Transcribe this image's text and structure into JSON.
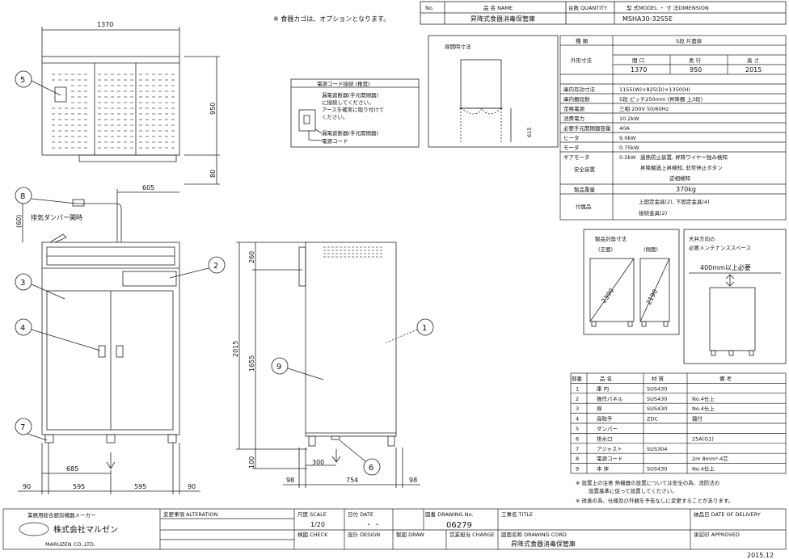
{
  "header": {
    "note": "※ 食器カゴは、オプションとなります。",
    "no_label": "No.",
    "name_label": "品 名 NAME",
    "qty_label": "台数 QUANTITY",
    "model_label": "型 式MODEL ・ 寸 法DIMENSION",
    "name_value": "昇降式食器消毒保管庫",
    "model_value": "MSHA30-32S5E"
  },
  "spec_table": {
    "kind_label": "種 類",
    "kind_value": "5段 片面扉",
    "outer_label": "外形寸法",
    "outer_cols": [
      "間 口",
      "奥 行",
      "高 さ"
    ],
    "outer_vals": [
      "1370",
      "950",
      "2015"
    ],
    "rows": [
      {
        "label": "庫内有効寸法",
        "value": "1155(W)×825(D)×1350(H)"
      },
      {
        "label": "庫内棚段数",
        "value": "5段 ピッチ250mm (昇降棚 上3段)"
      },
      {
        "label": "定格電源",
        "value": "三相 200V 50/60Hz"
      },
      {
        "label": "消費電力",
        "value": "10.2kW"
      },
      {
        "label": "必要手元開閉器容量",
        "value": "40A"
      },
      {
        "label": "ヒータ",
        "value": "9.0kW"
      },
      {
        "label": "モータ",
        "value": "0.75kW"
      },
      {
        "label": "ギアモータ",
        "value": "0.2kW"
      }
    ],
    "safety_label": "安全装置",
    "safety_lines": [
      "過熱防止装置, 昇降ワイヤー弛み検知",
      "昇降棚過上昇検知, 非常停止ボタン",
      "逆相検知"
    ],
    "weight_label": "製品重量",
    "weight_value": "370kg",
    "acc_label": "付属品",
    "acc_lines": [
      "上固定金具(2), 下固定金具(4)",
      "接続金具(2)"
    ]
  },
  "power_box": {
    "title": "電源コード接続 (推奨)",
    "lines": [
      "漏電遮断器(手元開閉器)",
      "に接続してください。",
      "アースを確実に取り付けて",
      "ください。"
    ],
    "label1": "漏電遮断器(手元開閉器)",
    "label2": "電源コード"
  },
  "door_box": {
    "title": "扉開時寸法",
    "dim": "615"
  },
  "diag_box": {
    "title": "製品対角寸法",
    "front": "(正面)",
    "side": "(側面)",
    "v1": "2390",
    "v2": "2190"
  },
  "maint_box": {
    "title1": "天井方向の",
    "title2": "必要メンテナンススペース",
    "need": "400mm以上必要"
  },
  "drawing": {
    "top_w": "1370",
    "top_h": "950",
    "top_foot": "80",
    "exhaust_label": "排気ダンパー開時",
    "d60": "(60)",
    "d605": "605",
    "front_685": "685",
    "bottom_dims": [
      "90",
      "595",
      "595",
      "90"
    ],
    "side_260": "260",
    "side_2015": "2015",
    "side_1655": "1655",
    "side_100": "100",
    "side_300": "300",
    "side_bottom": [
      "98",
      "754",
      "98"
    ],
    "callouts": [
      "1",
      "2",
      "3",
      "4",
      "5",
      "6",
      "7",
      "8",
      "9"
    ]
  },
  "parts": {
    "headers": [
      "部番",
      "品 名",
      "材 質",
      "備 考"
    ],
    "rows": [
      [
        "1",
        "庫 内",
        "SUS430",
        ""
      ],
      [
        "2",
        "操作パネル",
        "SUS430",
        "No.4仕上"
      ],
      [
        "3",
        "扉",
        "SUS430",
        "No.4仕上"
      ],
      [
        "4",
        "扉取手",
        "ZDC",
        "鍍付"
      ],
      [
        "5",
        "ダンパー",
        "",
        ""
      ],
      [
        "6",
        "排水口",
        "",
        "25A(G1)"
      ],
      [
        "7",
        "アジャスト",
        "SUS304",
        ""
      ],
      [
        "8",
        "電源コード",
        "",
        "2m 8mm²-4芯"
      ],
      [
        "9",
        "本 体",
        "SUS430",
        "No.4仕上"
      ]
    ]
  },
  "notes": [
    "※ 設置上の注意 熱機器の設置については安全の為、消防法の",
    "設置基準に従って設置してください。",
    "※ 改善の為、仕様及び外観を予告なしに変更することがあります。"
  ],
  "title_block": {
    "maker": "業務用総合厨房機器メーカー",
    "company": "株式会社マルゼン",
    "company_en": "MARUZEN CO.,LTD.",
    "alteration": "変更事項 ALTERATION",
    "scale_label": "尺度 SCALE",
    "scale": "1/20",
    "date_label": "日付 DATE",
    "date_dots": "・ ・",
    "drawing_no_label": "図番 DRAWING No.",
    "drawing_no": "06279",
    "title_label": "工事名 TITLE",
    "delivery_label": "納品日 DATE OF DELIVERY",
    "check": "検図 CHECK",
    "design": "設計 DESIGN",
    "draw": "製図 DRAW",
    "charge": "営業担当 CHARGE",
    "cord_label": "図面名称 DRAWING CORD",
    "cord": "昇降式食器消毒保管庫",
    "approved": "承認印 APPROVED",
    "year": "2015.12"
  }
}
